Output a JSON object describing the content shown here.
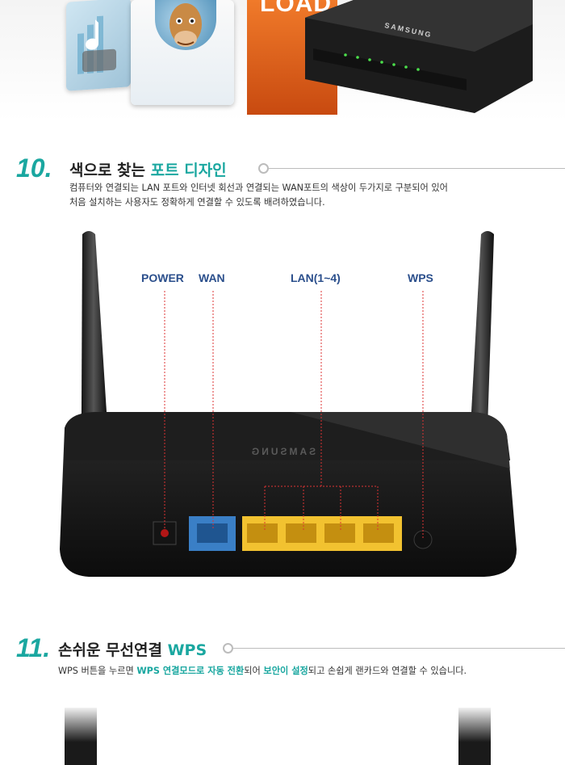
{
  "banner": {
    "load_text": "LOAD",
    "router_brand": "SAMSUNG"
  },
  "section10": {
    "number": "10.",
    "title_plain": "색으로 찾는 ",
    "title_highlight": "포트 디자인",
    "desc_line1": "컴퓨터와 연결되는 LAN 포트와 인터넷 회선과 연결되는 WAN포트의 색상이 두가지로 구분되어 있어",
    "desc_line2": "처음 설치하는 사용자도 정확하게 연결할 수 있도록 배려하였습니다."
  },
  "ports": {
    "power_label": "POWER",
    "wan_label": "WAN",
    "lan_label": "LAN(1~4)",
    "wps_label": "WPS",
    "brand_mirrored": "SAMSUNG"
  },
  "section11": {
    "number": "11.",
    "title_plain": "손쉬운 무선연결 ",
    "title_highlight": "WPS",
    "desc_part1": "WPS 버튼을 누르면 ",
    "desc_hl1": "WPS 연결모드로 자동 전환",
    "desc_part2": "되어 ",
    "desc_hl2": "보안이 설정",
    "desc_part3": "되고 손쉽게 랜카드와 연결할 수 있습니다."
  },
  "colors": {
    "accent": "#1aa7a0",
    "port_label": "#2b4f8c",
    "wan_port": "#3a7fc6",
    "lan_port": "#f2c230",
    "guide_line": "#dd3333"
  }
}
